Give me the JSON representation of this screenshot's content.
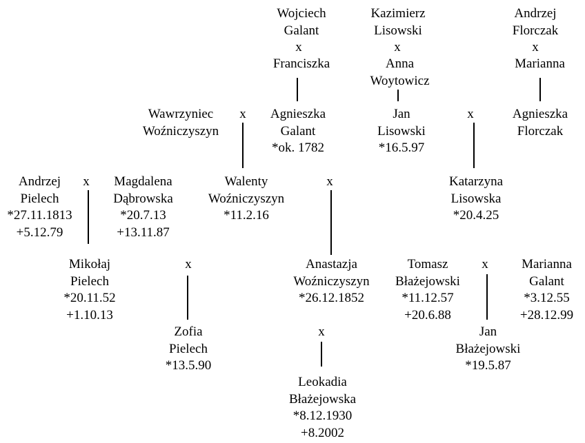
{
  "people": {
    "wojciech_galant": [
      "Wojciech",
      "Galant"
    ],
    "franciszka": [
      "Franciszka"
    ],
    "kazimierz_lisowski": [
      "Kazimierz",
      "Lisowski"
    ],
    "anna_woytowicz": [
      "Anna",
      "Woytowicz"
    ],
    "andrzej_florczak": [
      "Andrzej",
      "Florczak"
    ],
    "marianna_florczak": [
      "Marianna"
    ],
    "wawrzyniec": [
      "Wawrzyniec",
      "Woźniczyszyn"
    ],
    "agnieszka_galant": [
      "Agnieszka",
      "Galant",
      "*ok. 1782"
    ],
    "jan_lisowski": [
      "Jan",
      "Lisowski",
      "*16.5.97"
    ],
    "agnieszka_florczak": [
      "Agnieszka",
      "Florczak"
    ],
    "andrzej_pielech": [
      "Andrzej",
      "Pielech",
      "*27.11.1813",
      "+5.12.79"
    ],
    "magdalena": [
      "Magdalena",
      "Dąbrowska",
      "*20.7.13",
      "+13.11.87"
    ],
    "walenty": [
      "Walenty",
      "Woźniczyszyn",
      "*11.2.16"
    ],
    "katarzyna": [
      "Katarzyna",
      "Lisowska",
      "*20.4.25"
    ],
    "mikolaj": [
      "Mikołaj",
      "Pielech",
      "*20.11.52",
      "+1.10.13"
    ],
    "anastazja": [
      "Anastazja",
      "Woźniczyszyn",
      "*26.12.1852"
    ],
    "tomasz": [
      "Tomasz",
      "Błażejowski",
      "*11.12.57",
      "+20.6.88"
    ],
    "marianna_galant": [
      "Marianna",
      "Galant",
      "*3.12.55",
      "+28.12.99"
    ],
    "zofia": [
      "Zofia",
      "Pielech",
      "*13.5.90"
    ],
    "jan_blazejowski": [
      "Jan",
      "Błażejowski",
      "*19.5.87"
    ],
    "leokadia": [
      "Leokadia",
      "Błażejowska",
      "*8.12.1930",
      "+8.2002"
    ]
  },
  "marriage_symbol": "x"
}
